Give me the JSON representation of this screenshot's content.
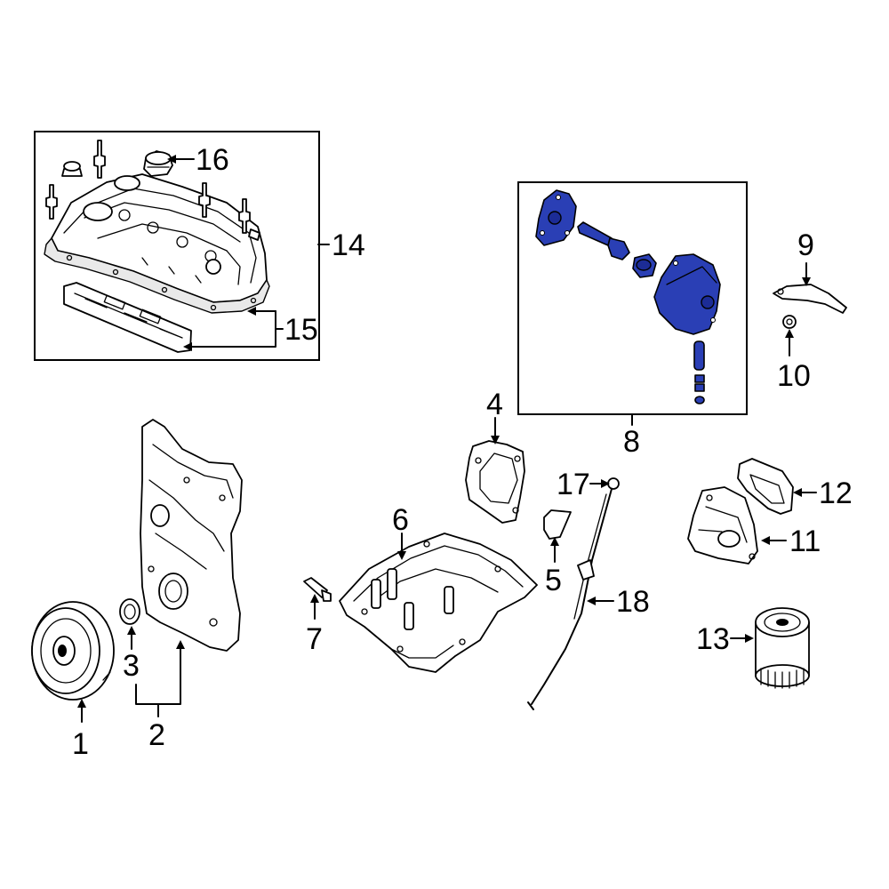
{
  "callouts": {
    "c1": "1",
    "c2": "2",
    "c3": "3",
    "c4": "4",
    "c5": "5",
    "c6": "6",
    "c7": "7",
    "c8": "8",
    "c9": "9",
    "c10": "10",
    "c11": "11",
    "c12": "12",
    "c13": "13",
    "c14": "14",
    "c15": "15",
    "c16": "16",
    "c17": "17",
    "c18": "18"
  },
  "colors": {
    "highlight": "#2a3fb5",
    "line": "#000000",
    "background": "#ffffff"
  }
}
